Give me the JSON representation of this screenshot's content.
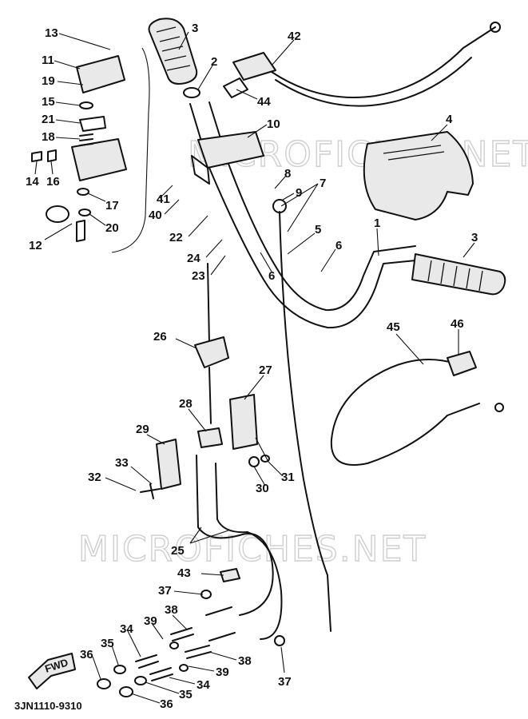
{
  "watermark": "MICROFICHES.NET",
  "diagram_code": "3JN1110-9310",
  "fwd_label": "FWD",
  "callouts": [
    {
      "id": "c13",
      "text": "13"
    },
    {
      "id": "c11",
      "text": "11"
    },
    {
      "id": "c19",
      "text": "19"
    },
    {
      "id": "c15",
      "text": "15"
    },
    {
      "id": "c21",
      "text": "21"
    },
    {
      "id": "c18",
      "text": "18"
    },
    {
      "id": "c14",
      "text": "14"
    },
    {
      "id": "c16",
      "text": "16"
    },
    {
      "id": "c17",
      "text": "17"
    },
    {
      "id": "c20",
      "text": "20"
    },
    {
      "id": "c12",
      "text": "12"
    },
    {
      "id": "c3a",
      "text": "3"
    },
    {
      "id": "c2",
      "text": "2"
    },
    {
      "id": "c42",
      "text": "42"
    },
    {
      "id": "c44",
      "text": "44"
    },
    {
      "id": "c10",
      "text": "10"
    },
    {
      "id": "c4",
      "text": "4"
    },
    {
      "id": "c8",
      "text": "8"
    },
    {
      "id": "c9",
      "text": "9"
    },
    {
      "id": "c7",
      "text": "7"
    },
    {
      "id": "c41",
      "text": "41"
    },
    {
      "id": "c40",
      "text": "40"
    },
    {
      "id": "c22",
      "text": "22"
    },
    {
      "id": "c24",
      "text": "24"
    },
    {
      "id": "c23",
      "text": "23"
    },
    {
      "id": "c5",
      "text": "5"
    },
    {
      "id": "c6a",
      "text": "6"
    },
    {
      "id": "c6b",
      "text": "6"
    },
    {
      "id": "c1",
      "text": "1"
    },
    {
      "id": "c3b",
      "text": "3"
    },
    {
      "id": "c26",
      "text": "26"
    },
    {
      "id": "c45",
      "text": "45"
    },
    {
      "id": "c46",
      "text": "46"
    },
    {
      "id": "c27",
      "text": "27"
    },
    {
      "id": "c28",
      "text": "28"
    },
    {
      "id": "c29",
      "text": "29"
    },
    {
      "id": "c33",
      "text": "33"
    },
    {
      "id": "c32",
      "text": "32"
    },
    {
      "id": "c31",
      "text": "31"
    },
    {
      "id": "c30",
      "text": "30"
    },
    {
      "id": "c25",
      "text": "25"
    },
    {
      "id": "c43",
      "text": "43"
    },
    {
      "id": "c37a",
      "text": "37"
    },
    {
      "id": "c39a",
      "text": "39"
    },
    {
      "id": "c38a",
      "text": "38"
    },
    {
      "id": "c34a",
      "text": "34"
    },
    {
      "id": "c35a",
      "text": "35"
    },
    {
      "id": "c36a",
      "text": "36"
    },
    {
      "id": "c38b",
      "text": "38"
    },
    {
      "id": "c39b",
      "text": "39"
    },
    {
      "id": "c34b",
      "text": "34"
    },
    {
      "id": "c35b",
      "text": "35"
    },
    {
      "id": "c36b",
      "text": "36"
    },
    {
      "id": "c37b",
      "text": "37"
    }
  ]
}
